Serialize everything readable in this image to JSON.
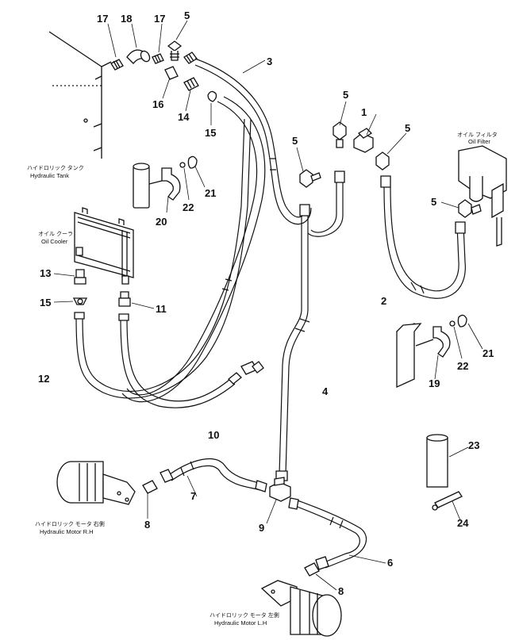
{
  "diagram": {
    "components": {
      "hydraulic_tank": {
        "jp": "ハイドロリック タンク",
        "en": "Hydraulic Tank"
      },
      "oil_cooler": {
        "jp": "オイル クーラ",
        "en": "Oil Cooler"
      },
      "oil_filter": {
        "jp": "オイル フィルタ",
        "en": "Oil Filter"
      },
      "motor_rh": {
        "jp": "ハイドロリック モータ 右側",
        "en": "Hydraulic Motor R.H"
      },
      "motor_lh": {
        "jp": "ハイドロリック モータ 左側",
        "en": "Hydraulic Motor L.H"
      }
    },
    "callouts": [
      {
        "label": "1"
      },
      {
        "label": "2"
      },
      {
        "label": "3"
      },
      {
        "label": "4"
      },
      {
        "label": "5"
      },
      {
        "label": "5"
      },
      {
        "label": "5"
      },
      {
        "label": "5"
      },
      {
        "label": "5"
      },
      {
        "label": "6"
      },
      {
        "label": "7"
      },
      {
        "label": "8"
      },
      {
        "label": "8"
      },
      {
        "label": "9"
      },
      {
        "label": "10"
      },
      {
        "label": "11"
      },
      {
        "label": "12"
      },
      {
        "label": "13"
      },
      {
        "label": "14"
      },
      {
        "label": "15"
      },
      {
        "label": "15"
      },
      {
        "label": "16"
      },
      {
        "label": "17"
      },
      {
        "label": "17"
      },
      {
        "label": "18"
      },
      {
        "label": "19"
      },
      {
        "label": "20"
      },
      {
        "label": "21"
      },
      {
        "label": "21"
      },
      {
        "label": "22"
      },
      {
        "label": "22"
      },
      {
        "label": "23"
      },
      {
        "label": "24"
      }
    ]
  }
}
